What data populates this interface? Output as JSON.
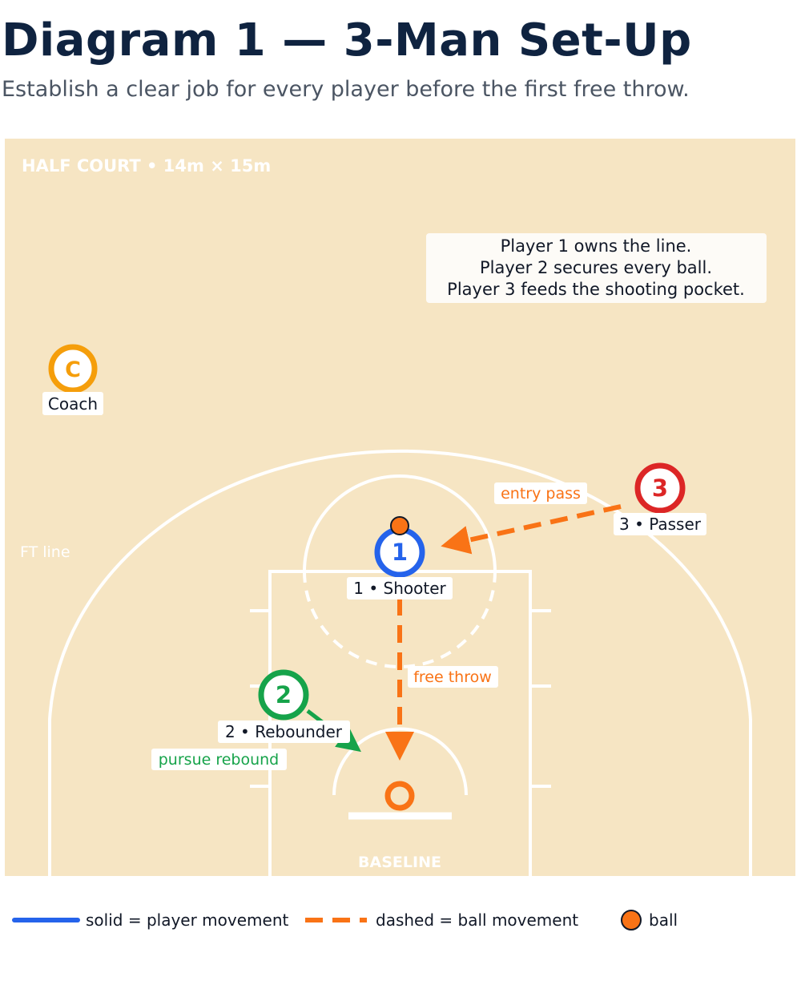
{
  "header": {
    "title": "Diagram 1 — 3-Man Set-Up",
    "subtitle": "Establish a clear job for every player before the first free throw."
  },
  "court": {
    "caption": "HALF COURT • 14m × 15m",
    "ft_line_label": "FT line",
    "baseline_label": "BASELINE",
    "colors": {
      "floor": "#f6e5c3",
      "lines": "#ffffff",
      "hoop": "#f97316"
    }
  },
  "note": {
    "lines": [
      "Player 1 owns the line.",
      "Player 2 secures every ball.",
      "Player 3 feeds the shooting pocket."
    ]
  },
  "players": {
    "coach": {
      "mark": "C",
      "label": "Coach",
      "color": "#f59e0b"
    },
    "p1": {
      "mark": "1",
      "label": "1 • Shooter",
      "color": "#2563eb"
    },
    "p2": {
      "mark": "2",
      "label": "2 • Rebounder",
      "color": "#16a34a"
    },
    "p3": {
      "mark": "3",
      "label": "3 • Passer",
      "color": "#dc2626"
    }
  },
  "actions": {
    "entry_pass": {
      "label": "entry pass",
      "color": "#f97316"
    },
    "free_throw": {
      "label": "free throw",
      "color": "#f97316"
    },
    "pursue_rebound": {
      "label": "pursue rebound",
      "color": "#16a34a"
    }
  },
  "legend": {
    "solid": "solid = player movement",
    "dashed": "dashed = ball movement",
    "ball": "ball"
  }
}
